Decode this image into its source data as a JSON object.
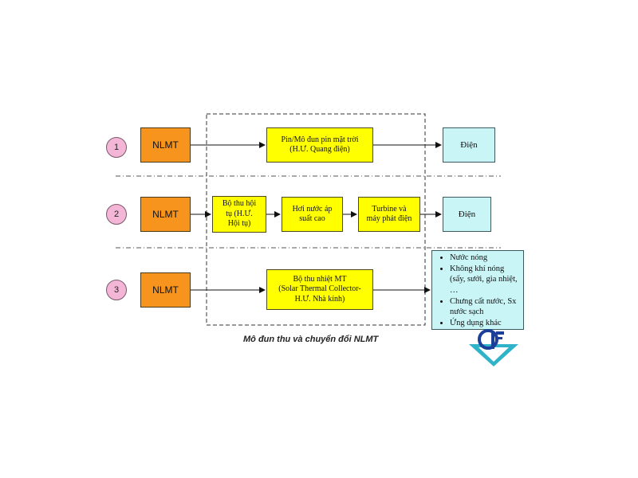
{
  "rows": [
    {
      "number": "1",
      "source": "NLMT",
      "steps": [
        "Pin/Mô đun pin mặt trời\n(H.Ư. Quang điện)"
      ],
      "output": "Điện"
    },
    {
      "number": "2",
      "source": "NLMT",
      "steps": [
        "Bộ thu hội\ntụ (H.Ư.\nHội tụ)",
        "Hơi nước áp\nsuất cao",
        "Turbine và\nmáy phát điện"
      ],
      "output": "Điện"
    },
    {
      "number": "3",
      "source": "NLMT",
      "steps": [
        "Bộ thu nhiệt MT\n(Solar Thermal Collector-\nH.Ư. Nhà kính)"
      ],
      "output_list": [
        "Nước nóng",
        "Không khí nóng (sấy, sưởi, gia nhiệt, …",
        "Chưng cất nước, Sx nước sạch",
        "Ứng dụng khác"
      ]
    }
  ],
  "caption": "Mô đun thu và chuyển đổi NLMT",
  "colors": {
    "source": "#f7941d",
    "step": "#ffff00",
    "output": "#c9f5f7",
    "circle": "#f4b6d6",
    "logo_blue": "#1c3f9a",
    "logo_teal": "#2fb3c9"
  },
  "logo": {
    "icon": "logo-icon"
  }
}
